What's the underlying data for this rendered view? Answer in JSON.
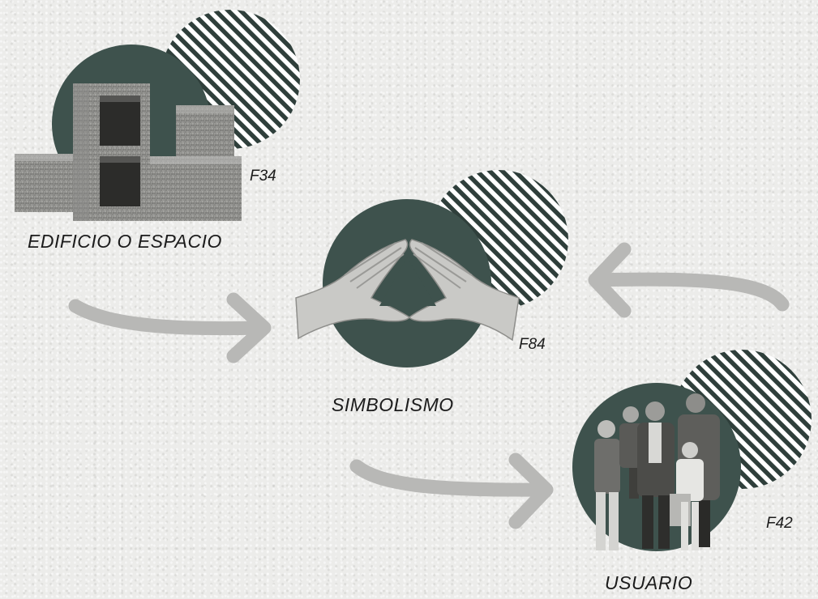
{
  "nodes": [
    {
      "id": "edificio",
      "label": "EDIFICIO O ESPACIO",
      "figure": "F34"
    },
    {
      "id": "simbolismo",
      "label": "SIMBOLISMO",
      "figure": "F84"
    },
    {
      "id": "usuario",
      "label": "USUARIO",
      "figure": "F42"
    }
  ],
  "colors": {
    "background": "#ececea",
    "circle": "#3e524d",
    "stripes": "#2f3f3b",
    "arrow": "#b8b8b6",
    "text": "#1c1c1c"
  },
  "icons": {
    "edificio": "concrete-blocks-icon",
    "simbolismo": "hands-triangle-icon",
    "usuario": "family-group-icon"
  }
}
